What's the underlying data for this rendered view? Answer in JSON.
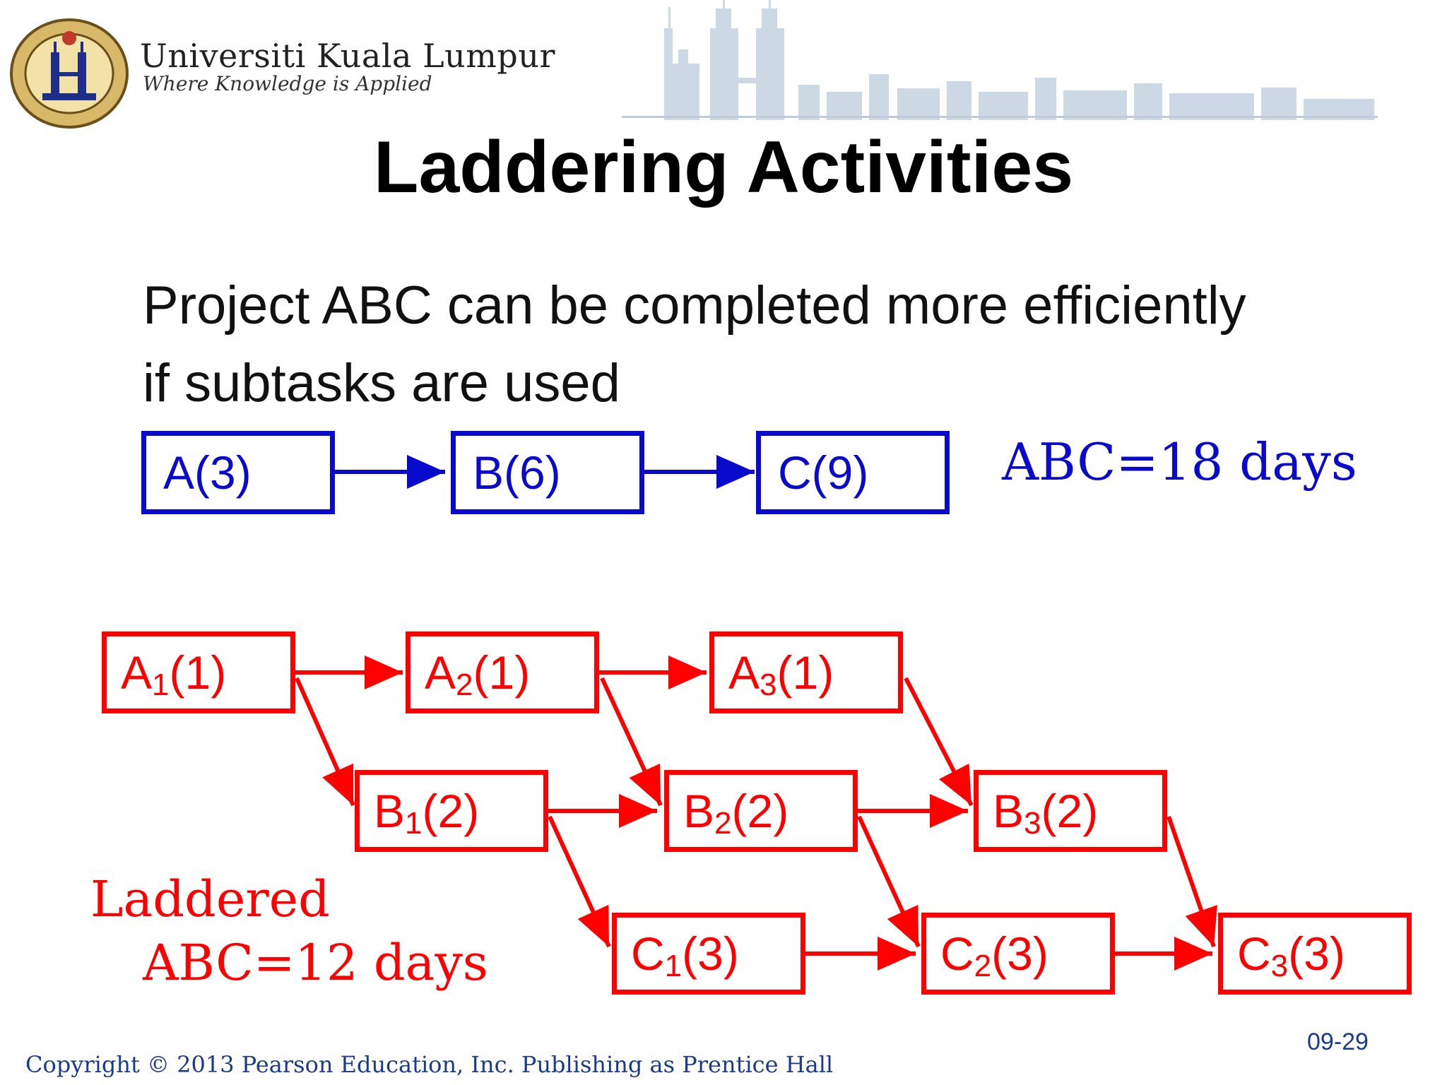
{
  "header": {
    "university_name": "Universiti Kuala Lumpur",
    "tagline": "Where Knowledge is Applied",
    "logo_icon": "university-crest"
  },
  "slide": {
    "title": "Laddering Activities",
    "subtitle_line1": "Project ABC can be completed more efficiently",
    "subtitle_line2": "if subtasks are used"
  },
  "sequential": {
    "tasks": [
      {
        "label": "A(3)"
      },
      {
        "label": "B(6)"
      },
      {
        "label": "C(9)"
      }
    ],
    "total_label": "ABC=18 days",
    "color": "#0a0acc"
  },
  "laddered": {
    "color": "#ff0000",
    "tasks": [
      {
        "letter": "A",
        "sub": "1",
        "dur": "(1)"
      },
      {
        "letter": "A",
        "sub": "2",
        "dur": "(1)"
      },
      {
        "letter": "A",
        "sub": "3",
        "dur": "(1)"
      },
      {
        "letter": "B",
        "sub": "1",
        "dur": "(2)"
      },
      {
        "letter": "B",
        "sub": "2",
        "dur": "(2)"
      },
      {
        "letter": "B",
        "sub": "3",
        "dur": "(2)"
      },
      {
        "letter": "C",
        "sub": "1",
        "dur": "(3)"
      },
      {
        "letter": "C",
        "sub": "2",
        "dur": "(3)"
      },
      {
        "letter": "C",
        "sub": "3",
        "dur": "(3)"
      }
    ],
    "note_line1": "Laddered",
    "note_line2": "ABC=12 days"
  },
  "footer": {
    "copyright": "Copyright © 2013 Pearson Education, Inc. Publishing as Prentice Hall",
    "page_number": "09-29"
  }
}
